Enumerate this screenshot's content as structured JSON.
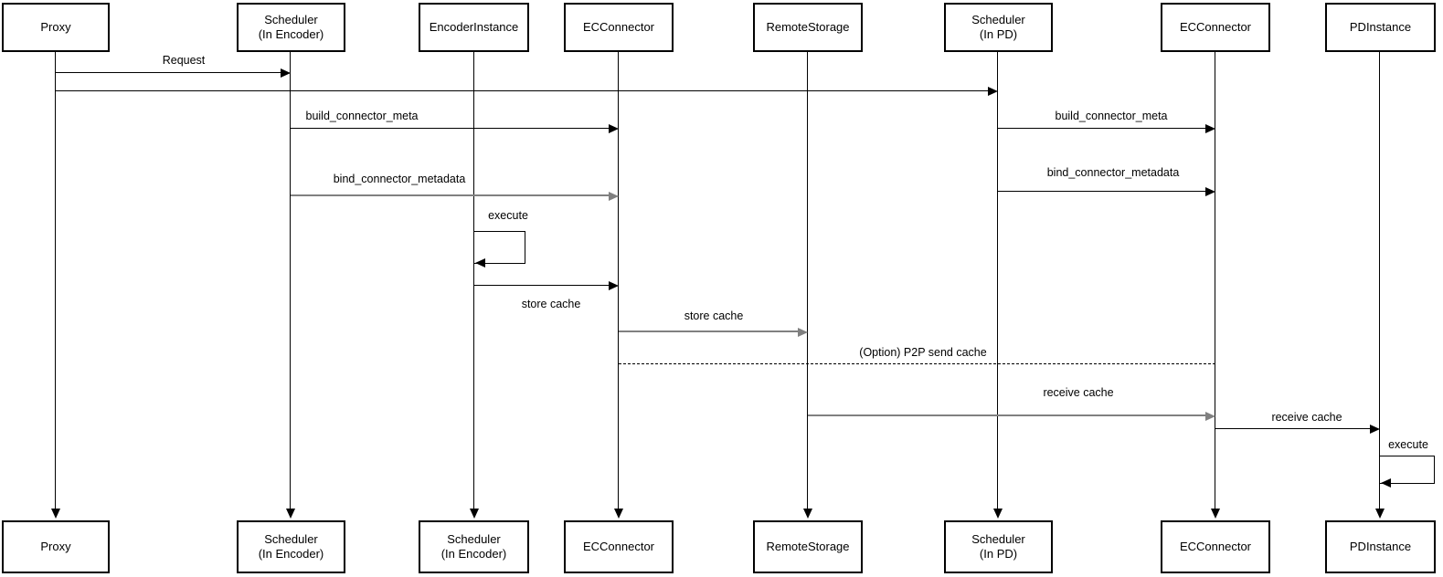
{
  "colors": {
    "background": "#ffffff",
    "line_primary": "#000000",
    "line_secondary": "#808080",
    "box_fill": "#ffffff",
    "box_border": "#000000",
    "text": "#000000"
  },
  "actors_top": [
    {
      "label": "Proxy"
    },
    {
      "label": "Scheduler\n(In Encoder)"
    },
    {
      "label": "EncoderInstance"
    },
    {
      "label": "ECConnector"
    },
    {
      "label": "RemoteStorage"
    },
    {
      "label": "Scheduler\n(In PD)"
    },
    {
      "label": "ECConnector"
    },
    {
      "label": "PDInstance"
    }
  ],
  "actors_bottom": [
    {
      "label": "Proxy"
    },
    {
      "label": "Scheduler\n(In Encoder)"
    },
    {
      "label": "Scheduler\n(In Encoder)"
    },
    {
      "label": "ECConnector"
    },
    {
      "label": "RemoteStorage"
    },
    {
      "label": "Scheduler\n(In PD)"
    },
    {
      "label": "ECConnector"
    },
    {
      "label": "PDInstance"
    }
  ],
  "messages": [
    {
      "label": "Request",
      "from": "Proxy",
      "to": "Scheduler (In Encoder)",
      "style": "solid"
    },
    {
      "label": "",
      "from": "Proxy",
      "to": "Scheduler (In PD)",
      "style": "solid"
    },
    {
      "label": "build_connector_meta",
      "from": "Scheduler (In Encoder)",
      "to": "ECConnector",
      "style": "solid"
    },
    {
      "label": "build_connector_meta",
      "from": "Scheduler (In PD)",
      "to": "ECConnector",
      "style": "solid"
    },
    {
      "label": "bind_connector_metadata",
      "from": "Scheduler (In Encoder)",
      "to": "ECConnector",
      "style": "solid"
    },
    {
      "label": "bind_connector_metadata",
      "from": "Scheduler (In PD)",
      "to": "ECConnector",
      "style": "solid"
    },
    {
      "label": "execute",
      "from": "EncoderInstance",
      "to": "EncoderInstance",
      "style": "self-loop"
    },
    {
      "label": "store cache",
      "from": "EncoderInstance",
      "to": "ECConnector",
      "style": "solid"
    },
    {
      "label": "store cache",
      "from": "ECConnector",
      "to": "RemoteStorage",
      "style": "solid"
    },
    {
      "label": "(Option) P2P send cache",
      "from": "ECConnector",
      "to": "ECConnector (PD side)",
      "style": "dashed"
    },
    {
      "label": "receive cache",
      "from": "RemoteStorage",
      "to": "ECConnector (PD side)",
      "style": "solid"
    },
    {
      "label": "receive cache",
      "from": "ECConnector (PD side)",
      "to": "PDInstance",
      "style": "solid"
    },
    {
      "label": "execute",
      "from": "PDInstance",
      "to": "PDInstance",
      "style": "self-loop"
    }
  ]
}
